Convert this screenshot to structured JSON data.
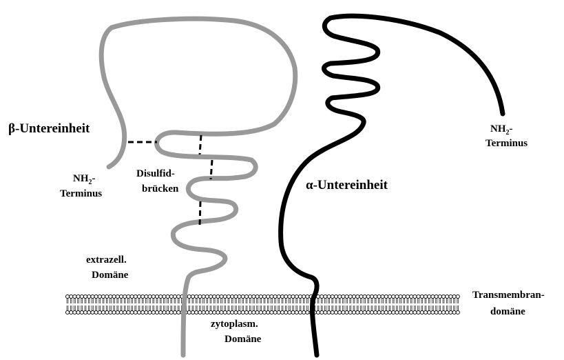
{
  "labels": {
    "beta_subunit": "β-Untereinheit",
    "alpha_subunit": "α-Untereinheit",
    "beta_nh2_prefix": "NH",
    "beta_nh2_sub": "2",
    "beta_nh2_suffix": "-",
    "beta_terminus": "Terminus",
    "alpha_nh2_prefix": "NH",
    "alpha_nh2_sub": "2",
    "alpha_nh2_suffix": "-",
    "alpha_terminus": "Terminus",
    "disulfide_line1": "Disulfid-",
    "disulfide_line2": "brücken",
    "extracellular_line1": "extrazell.",
    "extracellular_line2": "Domäne",
    "cytoplasmic_line1": "zytoplasm.",
    "cytoplasmic_line2": "Domäne",
    "transmembrane_line1": "Transmembran-",
    "transmembrane_line2": "domäne"
  },
  "colors": {
    "beta_chain": "#999999",
    "alpha_chain": "#000000",
    "membrane": "#000000",
    "disulfide": "#000000"
  },
  "disulfide_bridge_count": 4
}
